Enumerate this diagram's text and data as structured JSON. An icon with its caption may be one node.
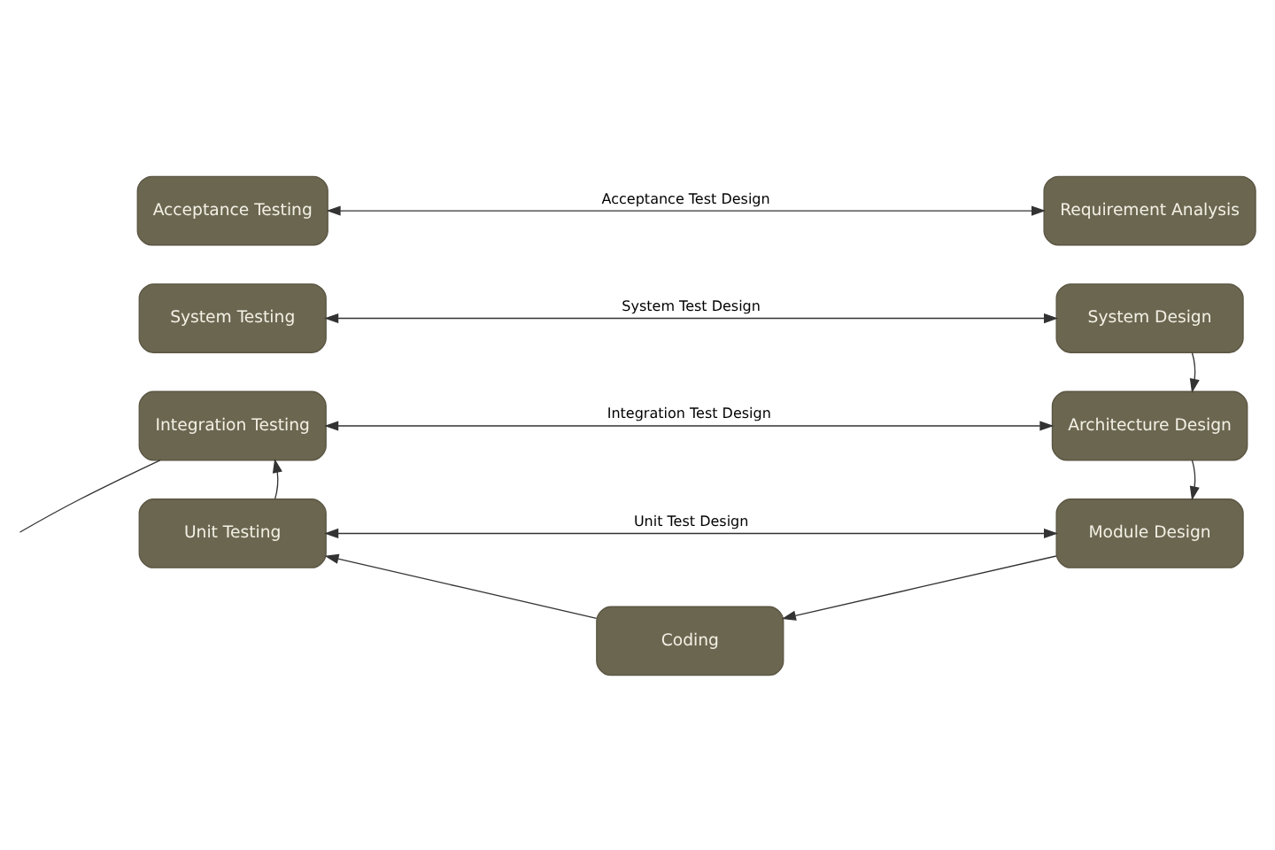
{
  "diagram": {
    "nodes": [
      {
        "text": [
          "Acceptance Testing"
        ]
      },
      {
        "text": [
          "Requirement Analysis"
        ]
      },
      {
        "text": [
          "System Testing"
        ]
      },
      {
        "text": [
          "System Design"
        ]
      },
      {
        "text": [
          "Integration Testing"
        ]
      },
      {
        "text": [
          "Architecture Design"
        ]
      },
      {
        "text": [
          "Unit Testing"
        ]
      },
      {
        "text": [
          "Module Design"
        ]
      },
      {
        "text": [
          "Coding"
        ]
      }
    ],
    "edges": [
      {
        "from": 0,
        "to": 1,
        "arrow": "both",
        "label": "Acceptance Test Design"
      },
      {
        "from": 2,
        "to": 3,
        "arrow": "both",
        "label": "System Test Design"
      },
      {
        "from": 4,
        "to": 5,
        "arrow": "both",
        "label": "Integration Test Design"
      },
      {
        "from": 6,
        "to": 7,
        "arrow": "both",
        "label": "Unit Test Design"
      },
      {
        "from": 3,
        "to": 5,
        "arrow": "to"
      },
      {
        "from": 5,
        "to": 7,
        "arrow": "to"
      },
      {
        "from": 7,
        "to": 8,
        "arrow": "to"
      },
      {
        "from": 8,
        "to": 6,
        "arrow": "to"
      },
      {
        "from": 6,
        "to": 4,
        "arrow": "to"
      },
      {
        "from": 4,
        "to": null,
        "arrow": "none"
      }
    ]
  }
}
